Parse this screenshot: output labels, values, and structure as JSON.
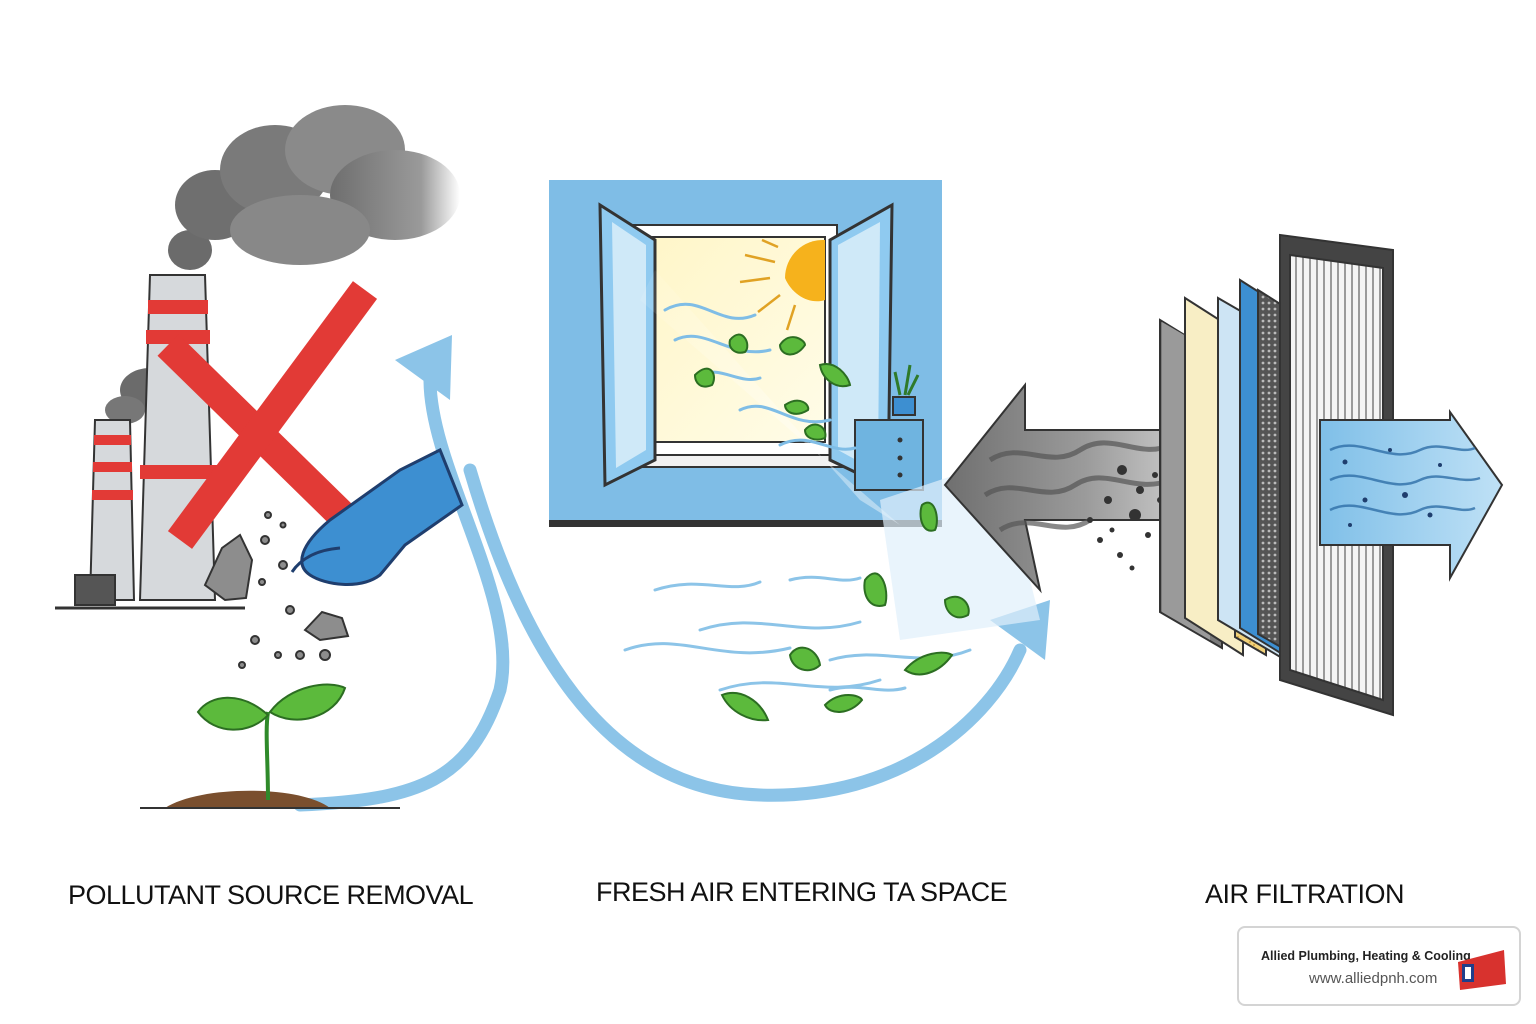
{
  "captions": {
    "left": "POLLUTANT SOURCE REMOVAL",
    "middle": "FRESH AIR ENTERING TA SPACE",
    "right": "AIR FILTRATION"
  },
  "brand": {
    "company": "Allied Plumbing, Heating & Cooling",
    "website": "www.alliedpnh.com"
  },
  "colors": {
    "flow_arrow": "#8cc4e8",
    "wall_blue": "#7fbde6",
    "cross_red": "#e23a36",
    "leaf_green": "#5cba3c",
    "glove_blue": "#3d8fd1",
    "sun": "#f6b21c"
  },
  "icons": [
    "factory-icon",
    "smoke-icon",
    "red-cross-icon",
    "glove-hand-icon",
    "debris-icon",
    "sprout-icon",
    "open-window-icon",
    "sun-icon",
    "leaf-icon",
    "plant-pot-icon",
    "dirty-air-arrow-icon",
    "filter-stack-icon",
    "clean-air-arrow-icon",
    "flow-arrow-icon",
    "logo-icon"
  ]
}
